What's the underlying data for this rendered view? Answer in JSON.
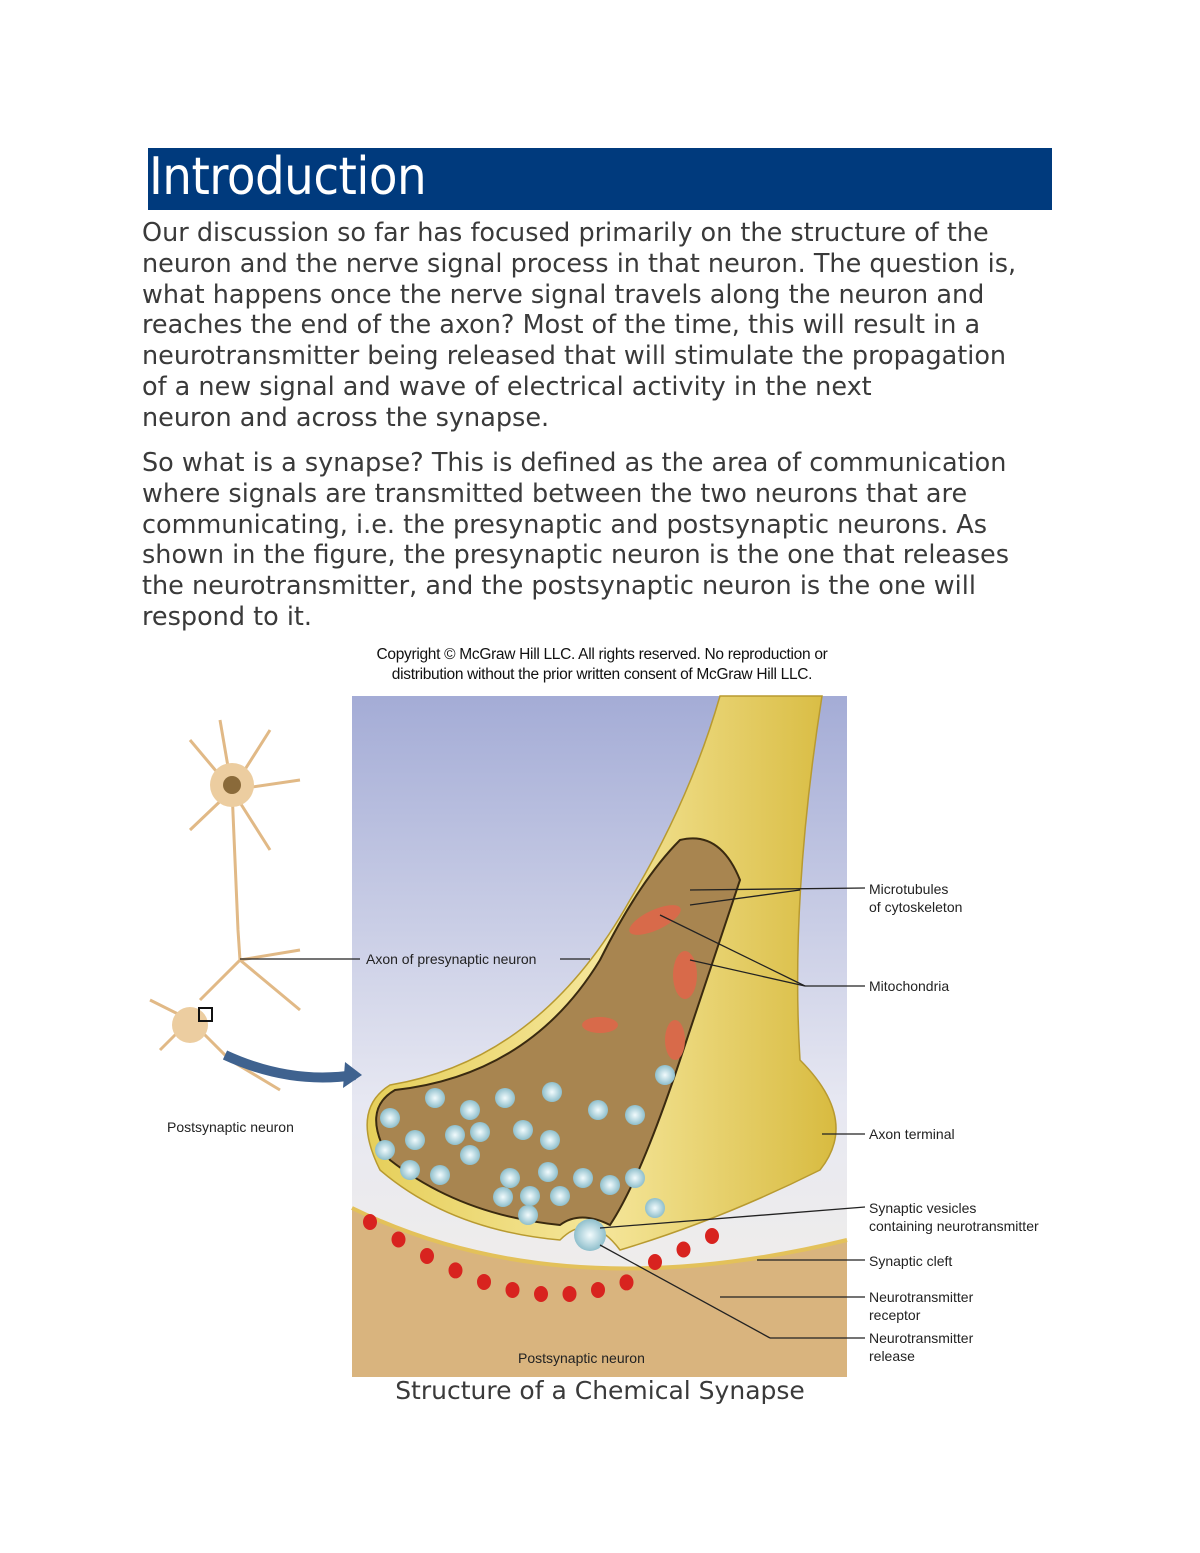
{
  "heading": "Introduction",
  "paragraphs": [
    {
      "lines": [
        "Our discussion so far has focused primarily on the structure of the",
        "neuron and the nerve signal process in that neuron. The question is,",
        "what happens once the nerve signal travels along the neuron and",
        "reaches the end of the axon? Most of the time, this will result in a",
        "neurotransmitter being released that will stimulate the propagation",
        "of a new signal and wave of electrical activity in the next",
        "neuron and across the synapse."
      ]
    },
    {
      "lines": [
        "So what is a synapse? This is defined as the area of communication",
        "where signals are transmitted between the two neurons that are",
        "communicating, i.e. the presynaptic and postsynaptic neurons. As",
        "shown in the figure, the presynaptic neuron is the one that releases",
        "the neurotransmitter, and the postsynaptic neuron is the one will",
        "respond to it."
      ]
    }
  ],
  "figure": {
    "copyright": [
      "Copyright © McGraw Hill LLC. All rights reserved. No reproduction or",
      "distribution without the prior written consent of McGraw Hill LLC."
    ],
    "labels": {
      "axon_presynaptic": "Axon of presynaptic neuron",
      "postsynaptic_left": "Postsynaptic neuron",
      "postsynaptic_bottom": "Postsynaptic neuron",
      "microtubules": [
        "Microtubules",
        "of cytoskeleton"
      ],
      "mitochondria": "Mitochondria",
      "axon_terminal": "Axon terminal",
      "vesicles": [
        "Synaptic vesicles",
        "containing neurotransmitter"
      ],
      "cleft": "Synaptic cleft",
      "receptor": [
        "Neurotransmitter",
        "receptor"
      ],
      "release": [
        "Neurotransmitter",
        "release"
      ]
    },
    "caption": "Structure of a Chemical Synapse"
  }
}
